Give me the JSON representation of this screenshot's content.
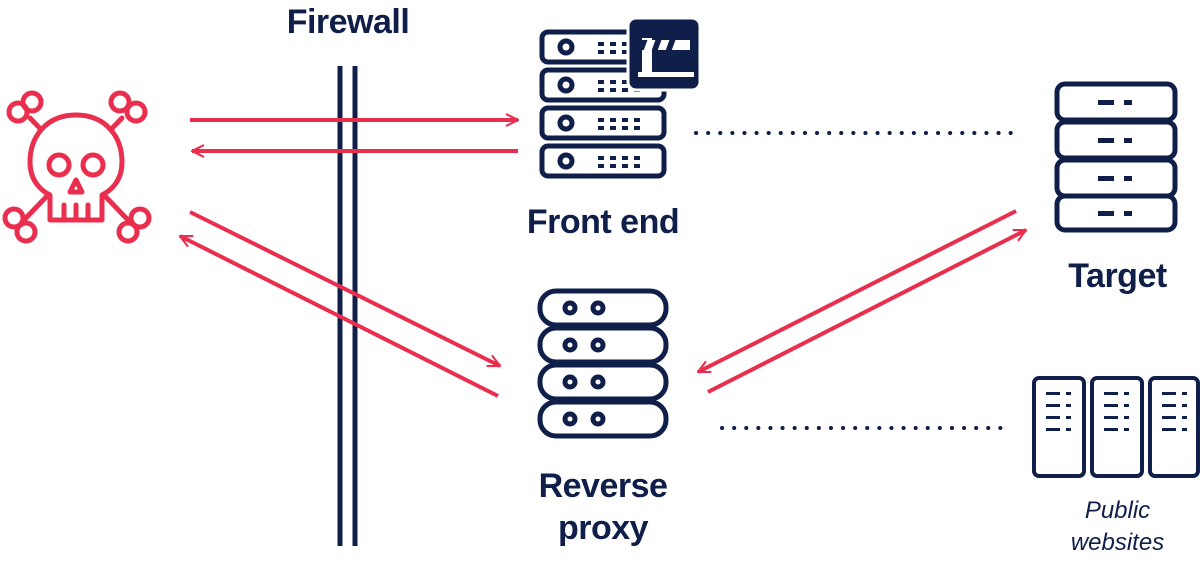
{
  "labels": {
    "firewall": "Firewall",
    "front_end": "Front end",
    "target": "Target",
    "reverse_proxy_line1": "Reverse",
    "reverse_proxy_line2": "proxy",
    "public_websites_line1": "Public",
    "public_websites_line2": "websites"
  },
  "icons": {
    "attacker": "skull-crossbones-icon",
    "front_end": "server-rack-icon",
    "barrier": "barrier-gate-icon",
    "target": "server-rack-icon",
    "reverse_proxy": "server-rack-icon",
    "public_websites": "server-towers-icon"
  },
  "colors": {
    "navy": "#0f1f4a",
    "red": "#ea2e4d",
    "background": "#ffffff"
  }
}
